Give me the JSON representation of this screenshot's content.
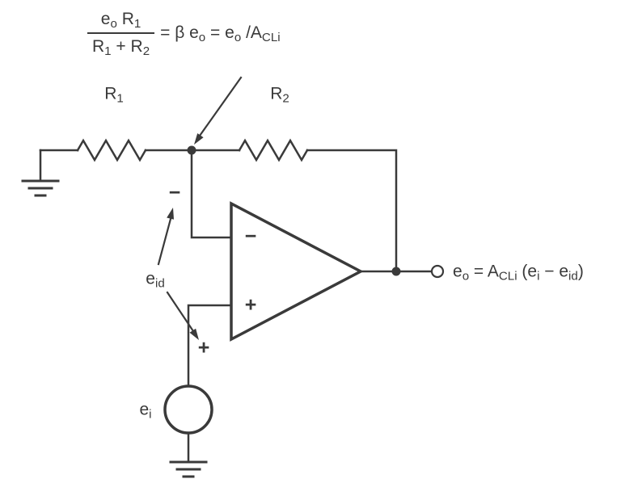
{
  "labels": {
    "formula": {
      "numerator": [
        {
          "t": "e"
        },
        {
          "t": "o",
          "s": 1
        },
        {
          "t": " R"
        },
        {
          "t": "1",
          "s": 1
        }
      ],
      "denominator": [
        {
          "t": "R"
        },
        {
          "t": "1",
          "s": 1
        },
        {
          "t": " + R"
        },
        {
          "t": "2",
          "s": 1
        }
      ],
      "rhs": [
        {
          "t": "= β e"
        },
        {
          "t": "o",
          "s": 1
        },
        {
          "t": " = e"
        },
        {
          "t": "o",
          "s": 1
        },
        {
          "t": " /A"
        },
        {
          "t": "CLi",
          "s": 1
        }
      ]
    },
    "r1": [
      {
        "t": "R"
      },
      {
        "t": "1",
        "s": 1
      }
    ],
    "r2": [
      {
        "t": "R"
      },
      {
        "t": "2",
        "s": 1
      }
    ],
    "minus_marker": "−",
    "plus_marker": "+",
    "e_id": [
      {
        "t": "e"
      },
      {
        "t": "id",
        "s": 1
      }
    ],
    "opamp_minus": "−",
    "opamp_plus": "+",
    "output_eq": [
      {
        "t": "e"
      },
      {
        "t": "o",
        "s": 1
      },
      {
        "t": " = A"
      },
      {
        "t": "CLi",
        "s": 1
      },
      {
        "t": " (e"
      },
      {
        "t": "i",
        "s": 1
      },
      {
        "t": " − e"
      },
      {
        "t": "id",
        "s": 1
      },
      {
        "t": ")"
      }
    ],
    "e_i": [
      {
        "t": "e"
      },
      {
        "t": "i",
        "s": 1
      }
    ]
  },
  "colors": {
    "line": "#3a3a3a",
    "background": "#ffffff"
  }
}
